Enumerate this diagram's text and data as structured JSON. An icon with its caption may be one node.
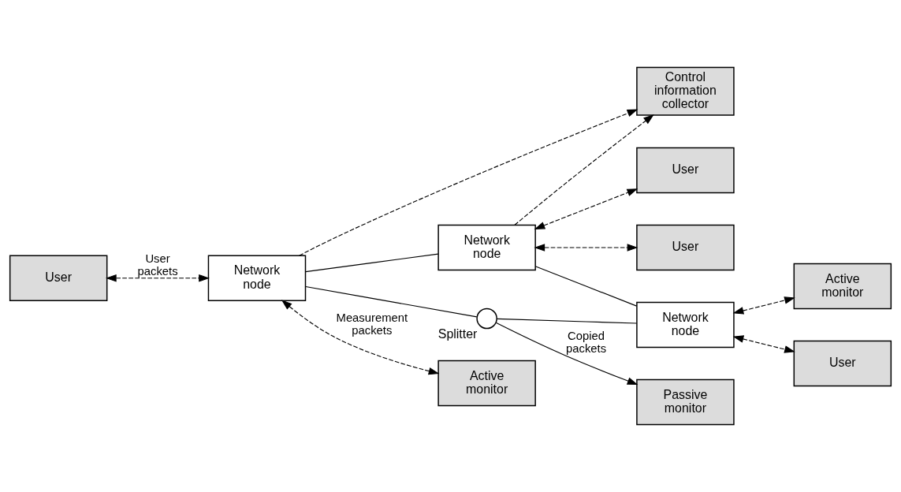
{
  "diagram": {
    "nodes": [
      {
        "text": [
          "Control information collector"
        ]
      },
      {
        "text": [
          "User"
        ]
      },
      {
        "text": [
          "Network node"
        ]
      },
      {
        "text": [
          "Network node"
        ]
      },
      {
        "text": [
          "User"
        ]
      },
      {
        "text": [
          "User"
        ]
      },
      {
        "text": [],
        "shape": "circle",
        "beside": [
          "Splitter"
        ]
      },
      {
        "text": [
          "Active monitor"
        ]
      },
      {
        "text": [
          "Network node"
        ]
      },
      {
        "text": [
          "Active monitor"
        ]
      },
      {
        "text": [
          "Passive monitor"
        ]
      },
      {
        "text": [
          "User"
        ]
      }
    ],
    "edges": [
      {
        "from": 1,
        "to": 2,
        "arrow": "both",
        "style": "dashed",
        "label": "User packets"
      },
      {
        "from": 2,
        "to": 0,
        "arrow": "to",
        "style": "dashed"
      },
      {
        "from": 3,
        "to": 0,
        "arrow": "to",
        "style": "dashed"
      },
      {
        "from": 2,
        "to": 3,
        "arrow": "none"
      },
      {
        "from": 2,
        "to": 6,
        "arrow": "none"
      },
      {
        "from": 6,
        "to": 8,
        "arrow": "none"
      },
      {
        "from": 3,
        "to": 8,
        "arrow": "none"
      },
      {
        "from": 3,
        "to": 4,
        "arrow": "both",
        "style": "dashed"
      },
      {
        "from": 3,
        "to": 5,
        "arrow": "both",
        "style": "dashed"
      },
      {
        "from": 8,
        "to": 7,
        "arrow": "both",
        "style": "dashed"
      },
      {
        "from": 8,
        "to": 11,
        "arrow": "both",
        "style": "dashed"
      },
      {
        "from": 2,
        "to": 9,
        "arrow": "both",
        "style": "dashed",
        "label": "Measurement packets"
      },
      {
        "from": 6,
        "to": 10,
        "arrow": "to",
        "label": "Copied packets"
      }
    ]
  }
}
